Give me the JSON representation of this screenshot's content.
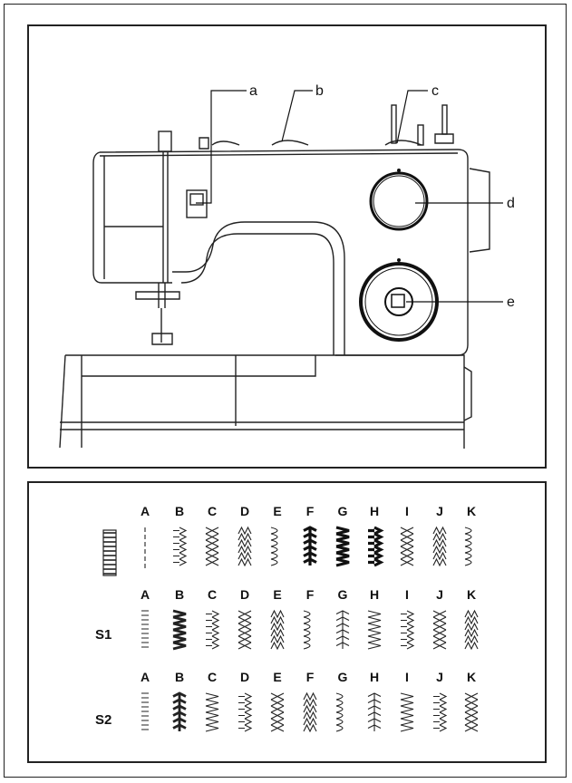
{
  "callouts": {
    "a": "a",
    "b": "b",
    "c": "c",
    "d": "d",
    "e": "e"
  },
  "stitch_table": {
    "columns": [
      "A",
      "B",
      "C",
      "D",
      "E",
      "F",
      "G",
      "H",
      "I",
      "J",
      "K"
    ],
    "rows": [
      {
        "label": ""
      },
      {
        "label": "S1"
      },
      {
        "label": "S2"
      }
    ]
  }
}
